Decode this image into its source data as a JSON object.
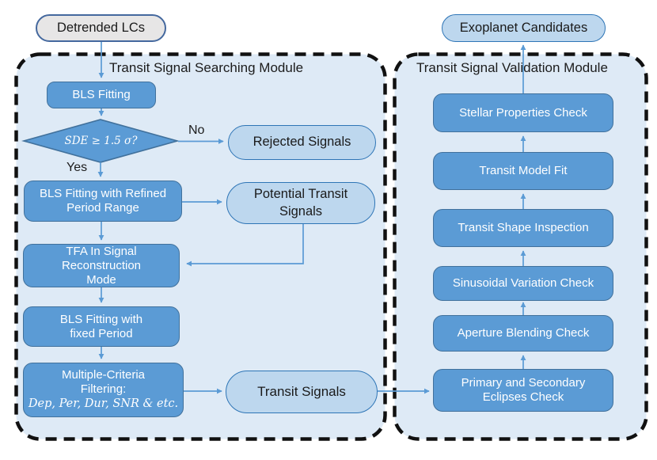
{
  "colors": {
    "node-fill": "#5B9BD5",
    "node-stroke": "#41719C",
    "pill-fill": "#BDD7EE",
    "pill-stroke": "#2E75B6",
    "module-fill": "#DEEAF6",
    "module-stroke": "#111111",
    "start-fill": "#E7E6E6",
    "start-stroke": "#44689E",
    "arrow": "#5B9BD5",
    "text-dark": "#1a1a1a",
    "text-light": "#ffffff"
  },
  "start": {
    "label": "Detrended LCs"
  },
  "result": {
    "label": "Exoplanet Candidates"
  },
  "searching": {
    "title": "Transit Signal Searching Module",
    "bls_fitting": "BLS Fitting",
    "decision": "SDE ≥ 1.5 σ?",
    "no_label": "No",
    "yes_label": "Yes",
    "rejected": "Rejected Signals",
    "refined_bls": "BLS Fitting with Refined Period Range",
    "potential": "Potential Transit Signals",
    "tfa": "TFA In Signal Reconstruction Mode",
    "fixed_bls": "BLS Fitting with fixed Period",
    "filtering_line1": "Multiple-Criteria",
    "filtering_line2": "Filtering:",
    "filtering_line3": "Dep, Per, Dur, SNR & etc.",
    "transit_signals": "Transit Signals"
  },
  "validation": {
    "title": "Transit Signal Validation Module",
    "steps": [
      "Stellar Properties Check",
      "Transit Model Fit",
      "Transit Shape Inspection",
      "Sinusoidal Variation Check",
      "Aperture Blending Check",
      "Primary and Secondary Eclipses Check"
    ]
  }
}
